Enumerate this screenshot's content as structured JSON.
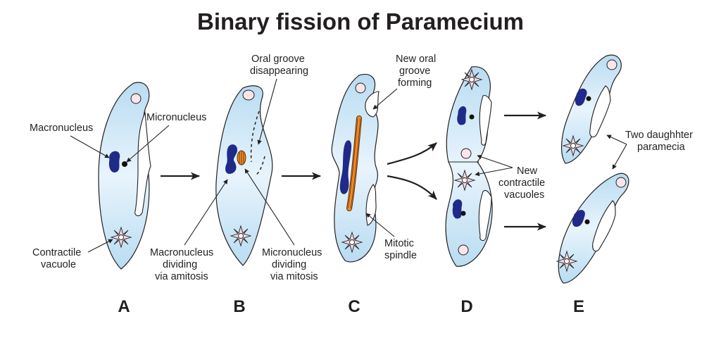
{
  "title": "Binary fission of Paramecium",
  "colors": {
    "cell_fill_top": "#b9dcf2",
    "cell_fill_bottom": "#e8f4fc",
    "macronucleus": "#1f2a8a",
    "micronucleus": "#111111",
    "spindle": "#f08a24",
    "food_vacuole": "#fbe4ea",
    "contractile_vacuole_petals": "#f5d6e0",
    "outline": "#231f20"
  },
  "stages": [
    {
      "id": "A",
      "label": "A"
    },
    {
      "id": "B",
      "label": "B"
    },
    {
      "id": "C",
      "label": "C"
    },
    {
      "id": "D",
      "label": "D"
    },
    {
      "id": "E",
      "label": "E"
    }
  ],
  "labels": {
    "macronucleus": "Macronucleus",
    "micronucleus": "Micronucleus",
    "contractile_vacuole": [
      "Contractile",
      "vacuole"
    ],
    "oral_groove_disappearing": [
      "Oral groove",
      "disappearing"
    ],
    "macronucleus_dividing": [
      "Macronucleus",
      "dividing",
      "via amitosis"
    ],
    "micronucleus_dividing": [
      "Micronucleus",
      "dividing",
      "via mitosis"
    ],
    "new_oral_groove": [
      "New oral",
      "groove",
      "forming"
    ],
    "mitotic_spindle": [
      "Mitotic",
      "spindle"
    ],
    "new_contractile_vacuoles": [
      "New",
      "contractile",
      "vacuoles"
    ],
    "two_daughter_paramecia": [
      "Two daughhter",
      "paramecia"
    ]
  }
}
